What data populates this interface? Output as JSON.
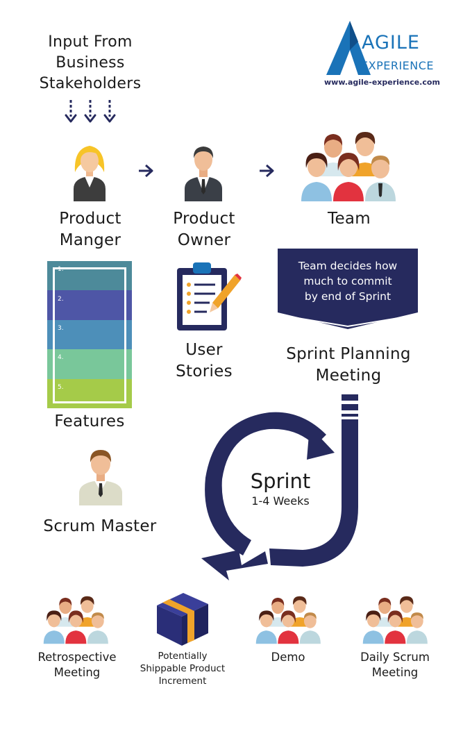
{
  "header": {
    "input_text": "Input From\nBusiness\nStakeholders"
  },
  "logo": {
    "line1": "AGILE",
    "line2": "EXPERIENCE",
    "url": "www.agile-experience.com"
  },
  "roles": {
    "product_manager": "Product\nManger",
    "product_owner": "Product\nOwner",
    "team": "Team",
    "scrum_master": "Scrum Master"
  },
  "artifacts": {
    "features": "Features",
    "features_items": [
      "1.",
      "2.",
      "3.",
      "4.",
      "5."
    ],
    "user_stories": "User\nStories"
  },
  "planning": {
    "banner_text": "Team decides how\nmuch to commit\nby end of Sprint",
    "title": "Sprint Planning\nMeeting"
  },
  "sprint": {
    "title": "Sprint",
    "duration": "1-4 Weeks"
  },
  "events": {
    "retrospective": "Retrospective\nMeeting",
    "increment": "Potentially\nShippable Product\nIncrement",
    "demo": "Demo",
    "daily_scrum": "Daily Scrum\nMeeting"
  },
  "colors": {
    "navy": "#262a5e",
    "logo_blue": "#1a73b8",
    "feature_bands": [
      "#4d8a9a",
      "#4e56a6",
      "#4d8fb9",
      "#79c79a",
      "#a5cb49"
    ],
    "box_orange": "#f5a12a"
  },
  "icons": [
    "down-arrow-icon",
    "right-arrow-icon",
    "person-icon",
    "team-icon",
    "clipboard-icon",
    "pencil-icon",
    "box-icon",
    "cycle-arrow-icon"
  ]
}
